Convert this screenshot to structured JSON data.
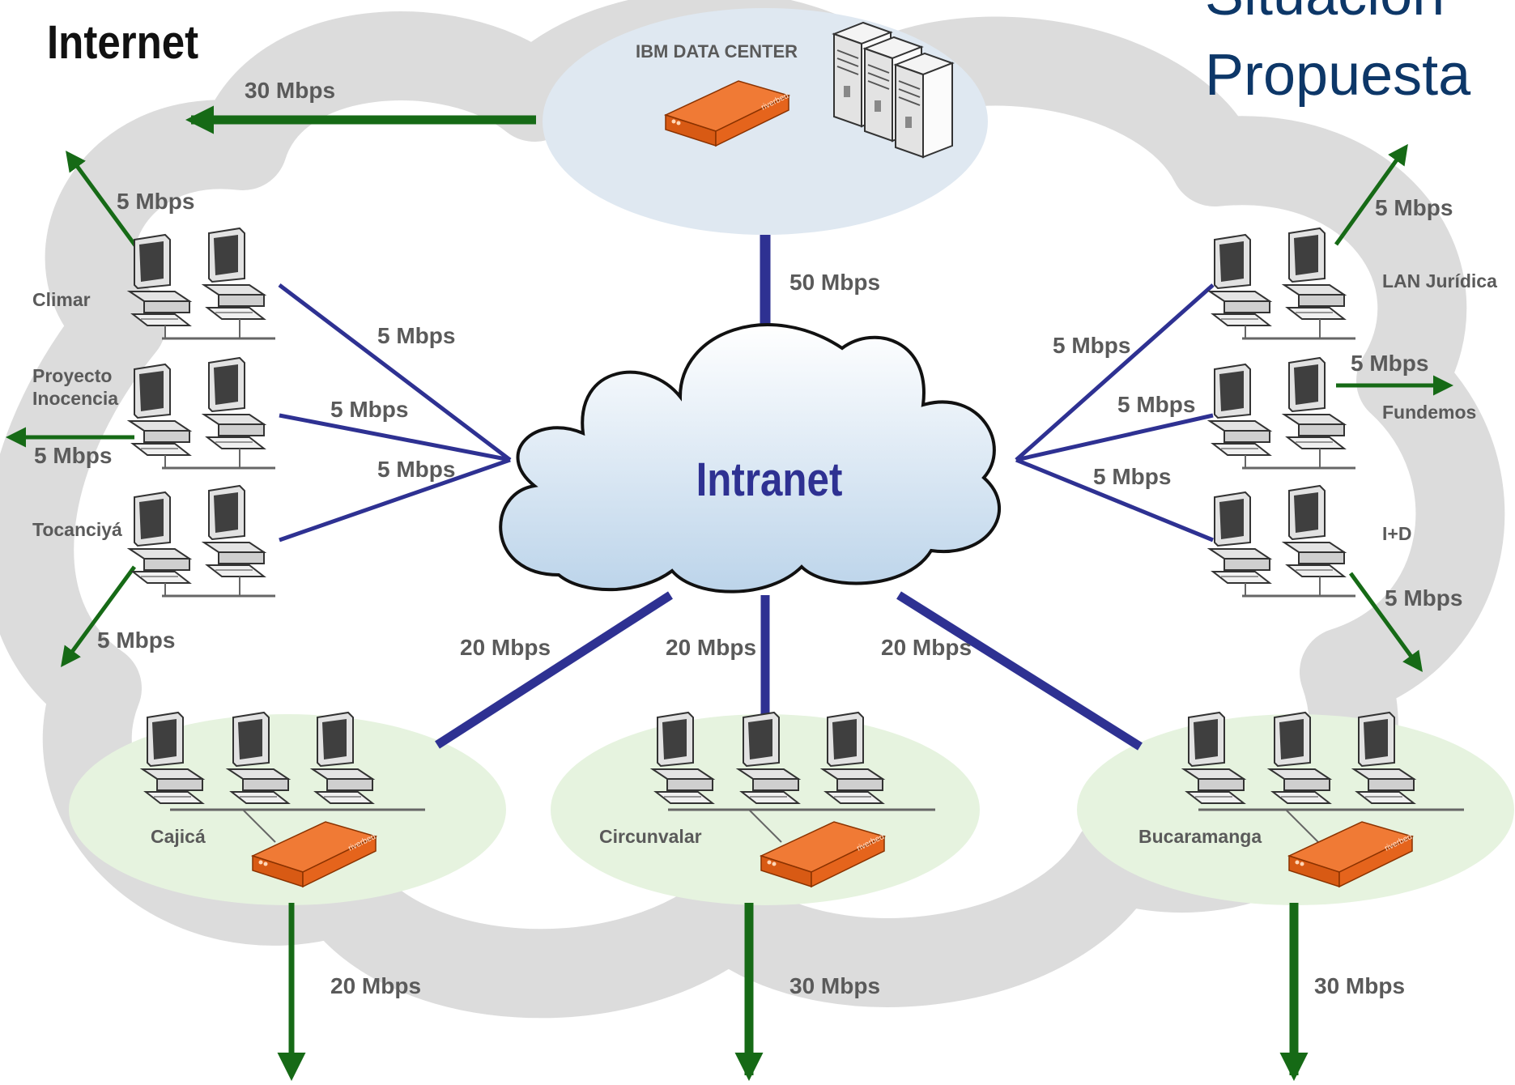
{
  "heading": {
    "internet": "Internet",
    "title_line1": "Situación",
    "title_line2": "Propuesta"
  },
  "data_center": {
    "label": "IBM DATA CENTER",
    "link_speed": "50 Mbps",
    "internet_speed": "30 Mbps"
  },
  "intranet": {
    "label": "Intranet"
  },
  "left_sites": [
    {
      "name": "Climar",
      "link_speed": "5 Mbps",
      "internet_speed": "5 Mbps"
    },
    {
      "name": "Proyecto Inocencia",
      "name_line1": "Proyecto",
      "name_line2": "Inocencia",
      "link_speed": "5 Mbps",
      "internet_speed": "5 Mbps"
    },
    {
      "name": "Tocanciyá",
      "link_speed": "5 Mbps",
      "internet_speed": "5 Mbps"
    }
  ],
  "right_sites": [
    {
      "name": "LAN Jurídica",
      "link_speed": "5 Mbps",
      "internet_speed": "5 Mbps"
    },
    {
      "name": "Fundemos",
      "link_speed": "5 Mbps",
      "internet_speed": "5 Mbps"
    },
    {
      "name": "I+D",
      "link_speed": "5 Mbps",
      "internet_speed": "5 Mbps"
    }
  ],
  "bottom_sites": [
    {
      "name": "Cajicá",
      "link_speed": "20 Mbps",
      "internet_speed": "20 Mbps"
    },
    {
      "name": "Circunvalar",
      "link_speed": "20 Mbps",
      "internet_speed": "30 Mbps"
    },
    {
      "name": "Bucaramanga",
      "link_speed": "20 Mbps",
      "internet_speed": "30 Mbps"
    }
  ],
  "device_brand": "riverbed",
  "colors": {
    "link_blue": "#2e3192",
    "internet_green": "#166a16",
    "title_navy": "#0d3768",
    "appliance_orange": "#e5641c",
    "site_bubble_green": "#e6f3df",
    "dc_bubble": "#dfe8f1",
    "background_cloud": "#dcdcdc"
  }
}
